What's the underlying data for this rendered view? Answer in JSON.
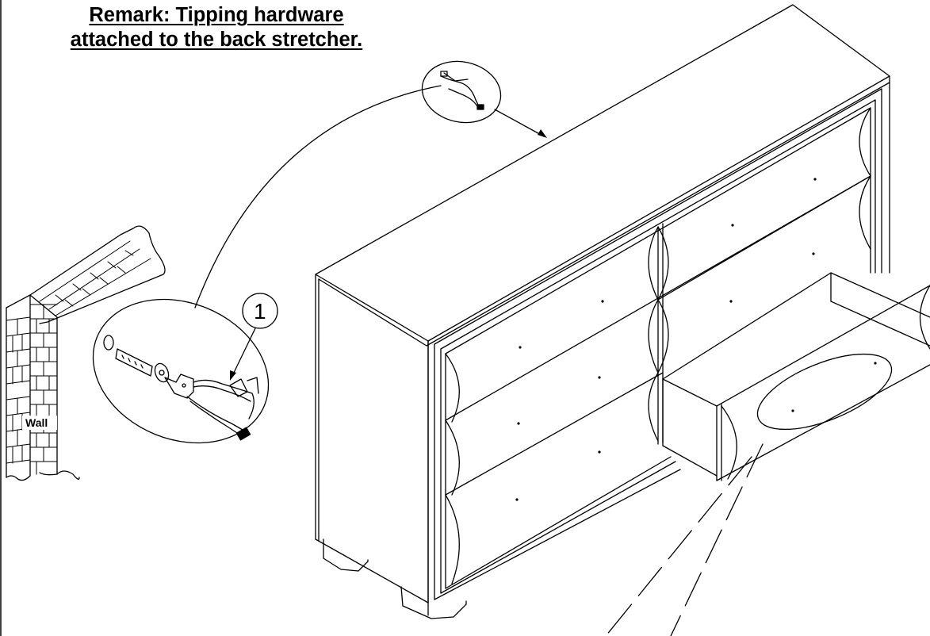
{
  "remark": {
    "line1": "Remark: Tipping hardware",
    "line2": "attached to the back stretcher."
  },
  "wall_label": "Wall",
  "callout_number": "1",
  "icons": {
    "wall": "brick-wall-icon",
    "dresser": "dresser-drawing",
    "hardware": "tipping-strap-icon"
  }
}
